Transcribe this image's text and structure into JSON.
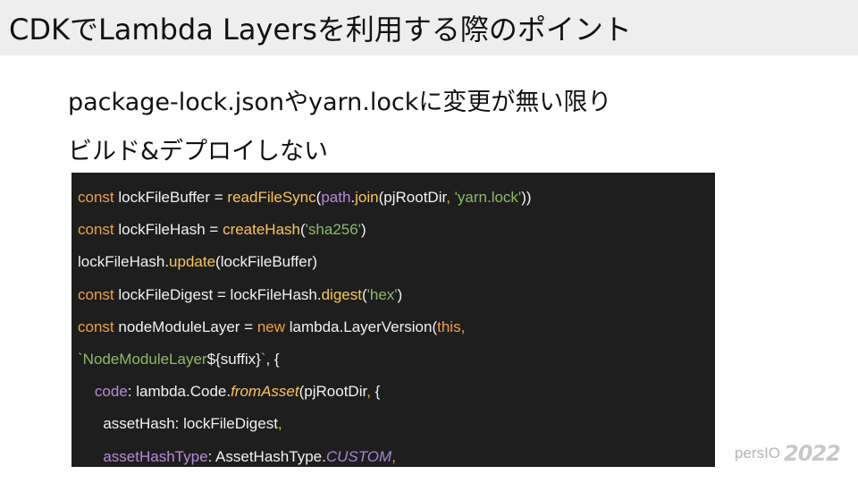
{
  "slide": {
    "title": "CDKでLambda Layersを利用する際のポイント",
    "subtitle_line1": "package-lock.jsonやyarn.lockに変更が無い限り",
    "subtitle_line2": "ビルド&デプロイしない"
  },
  "colors": {
    "title_bar_bg": "#eeeeee",
    "code_bg": "#1e1e1e",
    "keyword": "#f0a04a",
    "function": "#f9c55a",
    "object": "#b98ad9",
    "string": "#8fb86a",
    "text": "#f2f2f2"
  },
  "code": {
    "lines": [
      [
        {
          "t": "const",
          "k": "kw"
        },
        {
          "t": " lockFileBuffer = ",
          "k": "text"
        },
        {
          "t": "readFileSync",
          "k": "fn"
        },
        {
          "t": "(",
          "k": "text"
        },
        {
          "t": "path",
          "k": "obj"
        },
        {
          "t": ".",
          "k": "text"
        },
        {
          "t": "join",
          "k": "fn"
        },
        {
          "t": "(pjRootDir",
          "k": "text"
        },
        {
          "t": ", ",
          "k": "kw"
        },
        {
          "t": "'yarn.lock'",
          "k": "str"
        },
        {
          "t": "))",
          "k": "text"
        }
      ],
      [
        {
          "t": "const",
          "k": "kw"
        },
        {
          "t": " lockFileHash = ",
          "k": "text"
        },
        {
          "t": "createHash",
          "k": "fn"
        },
        {
          "t": "(",
          "k": "text"
        },
        {
          "t": "'sha256'",
          "k": "str"
        },
        {
          "t": ")",
          "k": "text"
        }
      ],
      [
        {
          "t": "lockFileHash.",
          "k": "text"
        },
        {
          "t": "update",
          "k": "fn"
        },
        {
          "t": "(lockFileBuffer)",
          "k": "text"
        }
      ],
      [
        {
          "t": "const",
          "k": "kw"
        },
        {
          "t": " lockFileDigest = lockFileHash.",
          "k": "text"
        },
        {
          "t": "digest",
          "k": "fn"
        },
        {
          "t": "(",
          "k": "text"
        },
        {
          "t": "'hex'",
          "k": "str"
        },
        {
          "t": ")",
          "k": "text"
        }
      ],
      [
        {
          "t": "const",
          "k": "kw"
        },
        {
          "t": " nodeModuleLayer = ",
          "k": "text"
        },
        {
          "t": "new",
          "k": "kw"
        },
        {
          "t": " lambda.LayerVersion(",
          "k": "text"
        },
        {
          "t": "this",
          "k": "kw"
        },
        {
          "t": ",",
          "k": "kw"
        }
      ],
      [
        {
          "t": "`NodeModuleLayer",
          "k": "str"
        },
        {
          "t": "${suffix}",
          "k": "text"
        },
        {
          "t": "`",
          "k": "str"
        },
        {
          "t": ", {",
          "k": "text"
        }
      ],
      [
        {
          "t": "    ",
          "k": "text"
        },
        {
          "t": "code",
          "k": "obj"
        },
        {
          "t": ": lambda.Code.",
          "k": "text"
        },
        {
          "t": "fromAsset",
          "k": "fnit"
        },
        {
          "t": "(pjRootDir",
          "k": "text"
        },
        {
          "t": ", ",
          "k": "kw"
        },
        {
          "t": "{",
          "k": "text"
        }
      ],
      [
        {
          "t": "      assetHash: lockFileDigest",
          "k": "text"
        },
        {
          "t": ",",
          "k": "kw"
        }
      ],
      [
        {
          "t": "      ",
          "k": "text"
        },
        {
          "t": "assetHashType",
          "k": "obj"
        },
        {
          "t": ": AssetHashType.",
          "k": "text"
        },
        {
          "t": "CUSTOM",
          "k": "const"
        },
        {
          "t": ",",
          "k": "kw"
        }
      ]
    ]
  },
  "watermark": {
    "text": "persIO",
    "logo_text": "2022"
  }
}
